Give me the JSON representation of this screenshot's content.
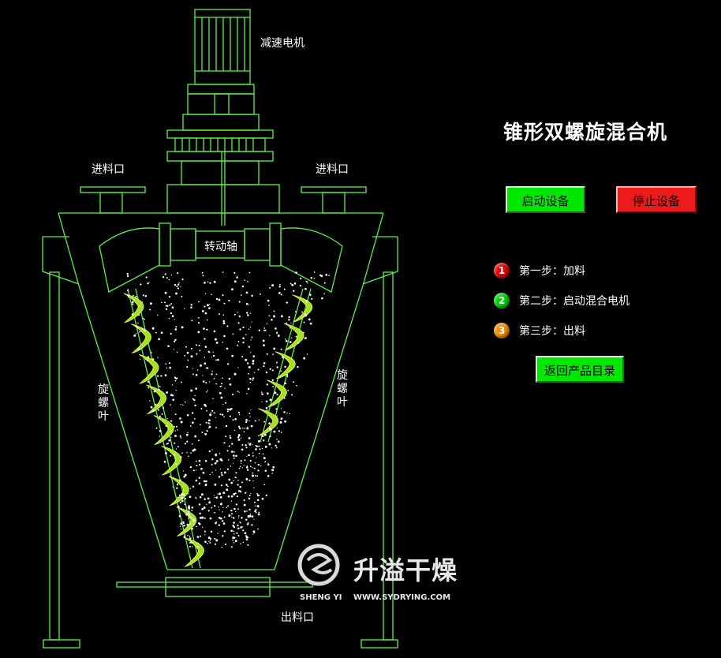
{
  "title": "锥形双螺旋混合机",
  "labels": {
    "motor": "减速电机",
    "inlet_left": "进料口",
    "inlet_right": "进料口",
    "shaft": "转动轴",
    "blade_left": "旋螺叶",
    "blade_right": "旋螺叶",
    "outlet": "出料口"
  },
  "buttons": {
    "start": "启动设备",
    "stop": "停止设备",
    "back": "返回产品目录"
  },
  "steps": [
    {
      "num": "1",
      "text": "第一步：加料",
      "color": "#e00000"
    },
    {
      "num": "2",
      "text": "第二步：启动混合电机",
      "color": "#00d000"
    },
    {
      "num": "3",
      "text": "第三步：出料",
      "color": "#f08c00"
    }
  ],
  "watermark": {
    "name": "升溢干燥",
    "brand": "SHENG YI",
    "url": "WWW.SYDRYING.COM"
  },
  "colors": {
    "line": "#5ef04a",
    "blade": "#a8e020",
    "background": "#000000"
  }
}
